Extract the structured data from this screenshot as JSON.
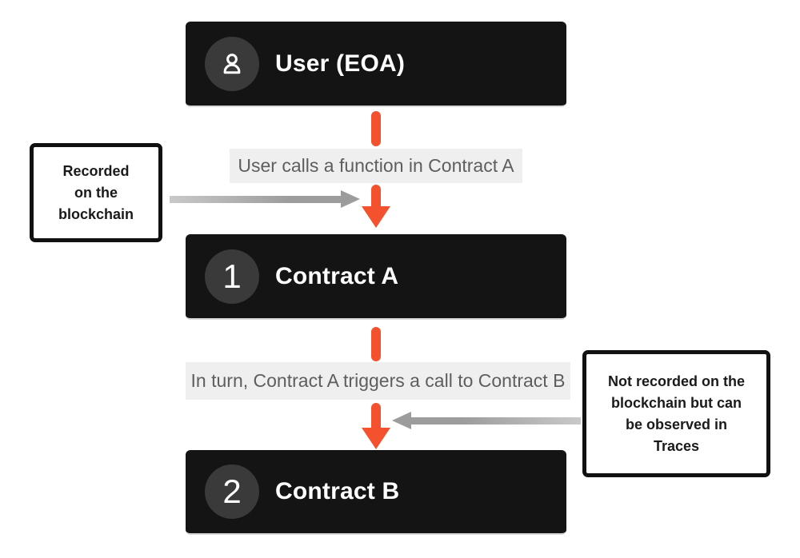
{
  "colors": {
    "page_bg": "#ffffff",
    "node_bg": "#141414",
    "node_edge_highlight": "#d8d8d8",
    "badge_bg": "#3a3a3a",
    "text_white": "#ffffff",
    "accent_orange": "#f4512e",
    "edge_label_bg": "#efefef",
    "edge_label_text": "#5e5e5e",
    "arrow_gray": "#9c9c9c",
    "arrow_gray_light": "#c9c9c9",
    "note_border": "#111111",
    "note_text": "#1a1a1a"
  },
  "nodes": {
    "user": {
      "label": "User (EOA)",
      "icon": "user-icon"
    },
    "contract_a": {
      "badge": "1",
      "label": "Contract A"
    },
    "contract_b": {
      "badge": "2",
      "label": "Contract B"
    }
  },
  "edges": {
    "user_to_a": {
      "label": "User calls a function in Contract A"
    },
    "a_to_b": {
      "label": "In turn, Contract A triggers a call to Contract B"
    }
  },
  "notes": {
    "left": {
      "text": "Recorded on the blockchain",
      "lines": [
        "Recorded",
        "on the",
        "blockchain"
      ]
    },
    "right": {
      "text": "Not recorded on the blockchain but can be observed in Traces",
      "lines": [
        "Not recorded on the",
        "blockchain but can",
        "be observed in",
        "Traces"
      ]
    }
  }
}
